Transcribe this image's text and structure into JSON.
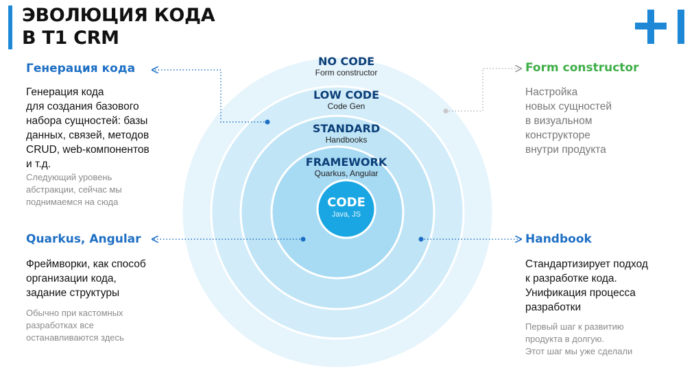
{
  "header": {
    "title_lines": [
      "ЭВОЛЮЦИЯ КОДА",
      "В Т1 CRM"
    ],
    "logo_icon": "t1-plus-logo",
    "accent_color": "#1e88d6"
  },
  "rings": [
    {
      "name": "NO CODE",
      "sub": "Form constructor"
    },
    {
      "name": "LOW CODE",
      "sub": "Code Gen"
    },
    {
      "name": "STANDARD",
      "sub": "Handbooks"
    },
    {
      "name": "FRAMEWORK",
      "sub": "Quarkus, Angular"
    },
    {
      "name": "CODE",
      "sub": "Java, JS"
    }
  ],
  "callouts": {
    "codegen": {
      "title": "Генерация кода",
      "text_lines": [
        "Генерация кода",
        "для создания базового",
        "набора сущностей: базы",
        "данных, связей, методов",
        "CRUD, web-компонентов",
        "и т.д."
      ],
      "note_lines": [
        "Следующий уровень",
        "абстракции, сейчас мы",
        "поднимаемся на сюда"
      ]
    },
    "quarkus": {
      "title": "Quarkus, Angular",
      "text_lines": [
        "Фреймворки, как способ",
        "организации кода,",
        "задание структуры"
      ],
      "note_lines": [
        "Обычно при кастомных",
        "разработках все",
        "останавливаются здесь"
      ]
    },
    "form": {
      "title": "Form constructor",
      "text_lines": [
        "Настройка",
        "новых сущностей",
        "в визуальном",
        "конструкторе",
        "внутри продукта"
      ],
      "title_color": "#3fae48"
    },
    "handbook": {
      "title": "Handbook",
      "text_lines": [
        "Стандартизирует подход",
        "к разработке кода.",
        "Унификация процесса",
        "разработки"
      ],
      "note_lines": [
        "Первый шаг к развитию",
        "продукта в долгую.",
        "Этот шаг мы уже сделали"
      ]
    }
  },
  "colors": {
    "ring_outer": "#e6f4fc",
    "ring_2": "#d2ecf9",
    "ring_3": "#bfe4f6",
    "ring_4": "#a7daf3",
    "core": "#19a6e2",
    "connector": "#1e6fc4",
    "connector_gray": "#b5b5b5"
  }
}
